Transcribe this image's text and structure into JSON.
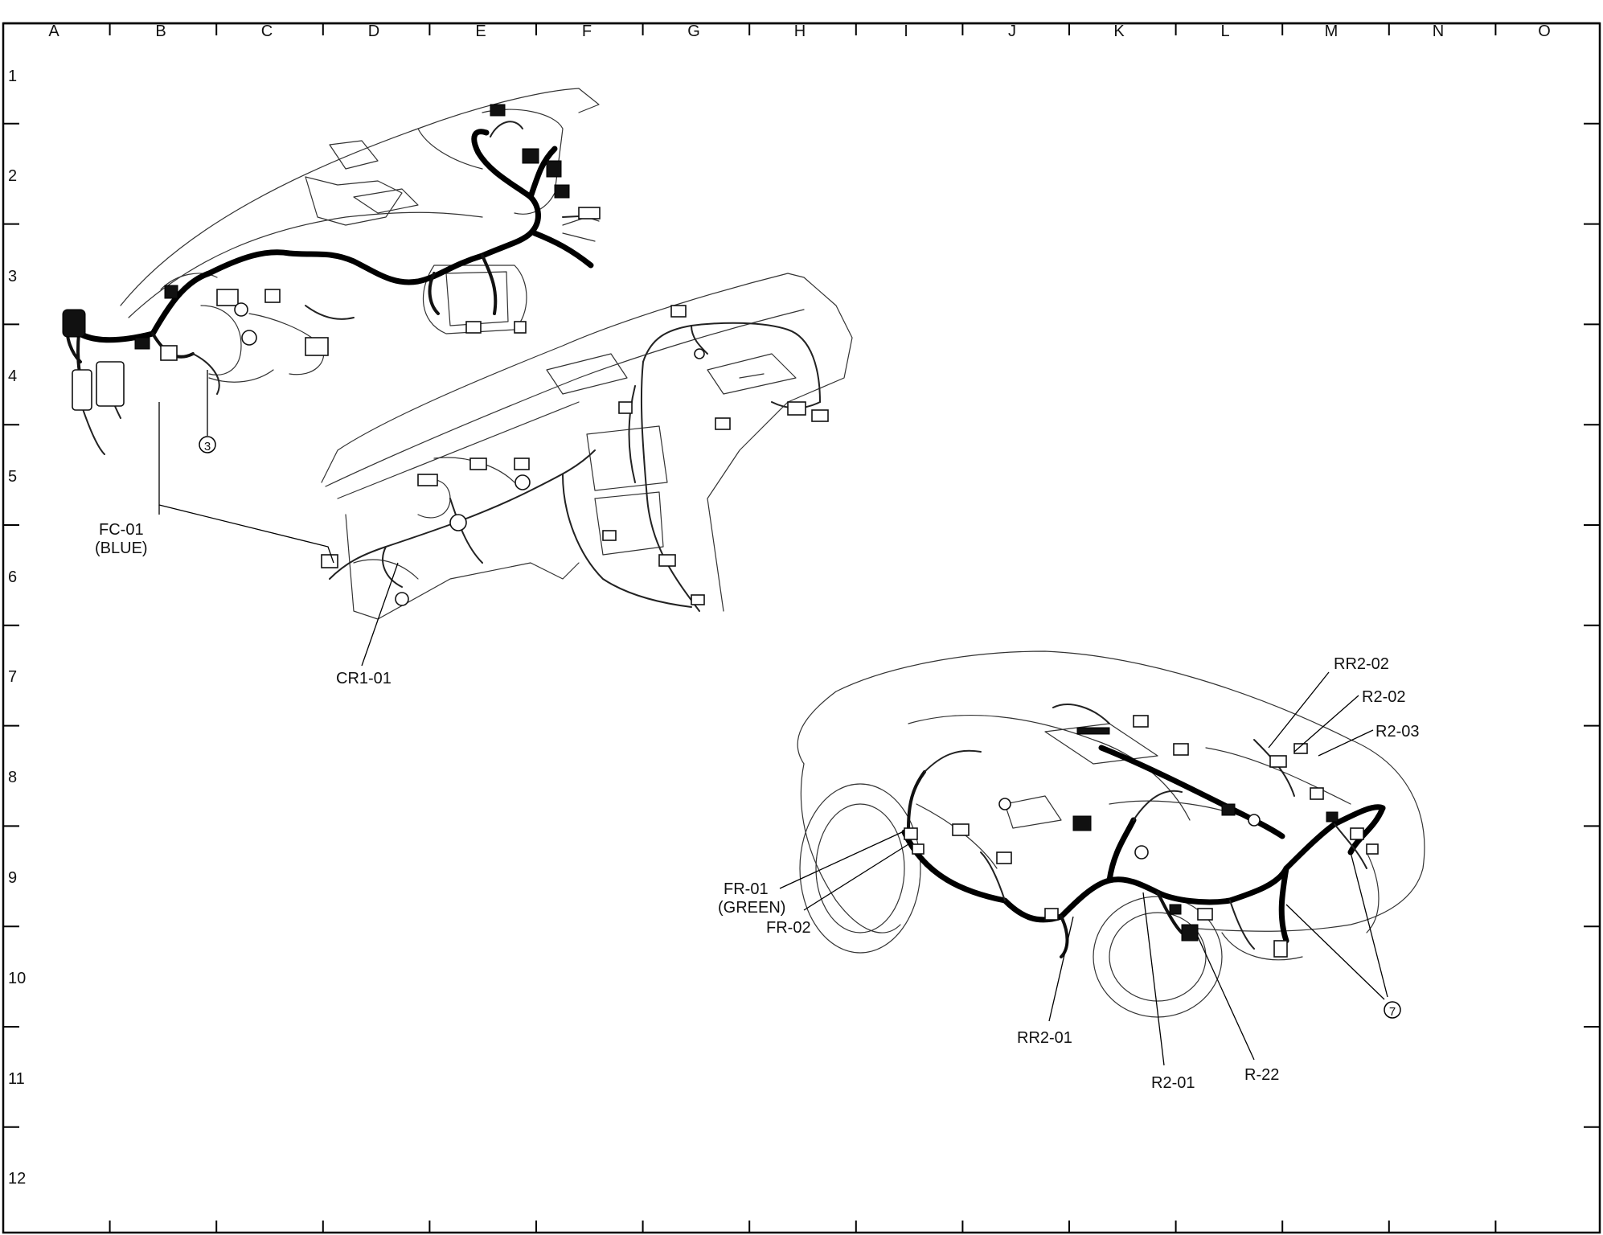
{
  "grid": {
    "columns": [
      "A",
      "B",
      "C",
      "D",
      "E",
      "F",
      "G",
      "H",
      "I",
      "J",
      "K",
      "L",
      "M",
      "N",
      "O"
    ],
    "rows": [
      "1",
      "2",
      "3",
      "4",
      "5",
      "6",
      "7",
      "8",
      "9",
      "10",
      "11",
      "12"
    ]
  },
  "callouts": {
    "fc01": "FC-01",
    "fc01_color": "(BLUE)",
    "cr101": "CR1-01",
    "ref3": "3",
    "fr01": "FR-01",
    "fr01_color": "(GREEN)",
    "fr02": "FR-02",
    "rr202": "RR2-02",
    "r202": "R2-02",
    "r203": "R2-03",
    "rr201": "RR2-01",
    "r201": "R2-01",
    "r22": "R-22",
    "ref7": "7"
  },
  "colors": {
    "line": "#111111",
    "harness": "#000000",
    "background": "#ffffff"
  }
}
